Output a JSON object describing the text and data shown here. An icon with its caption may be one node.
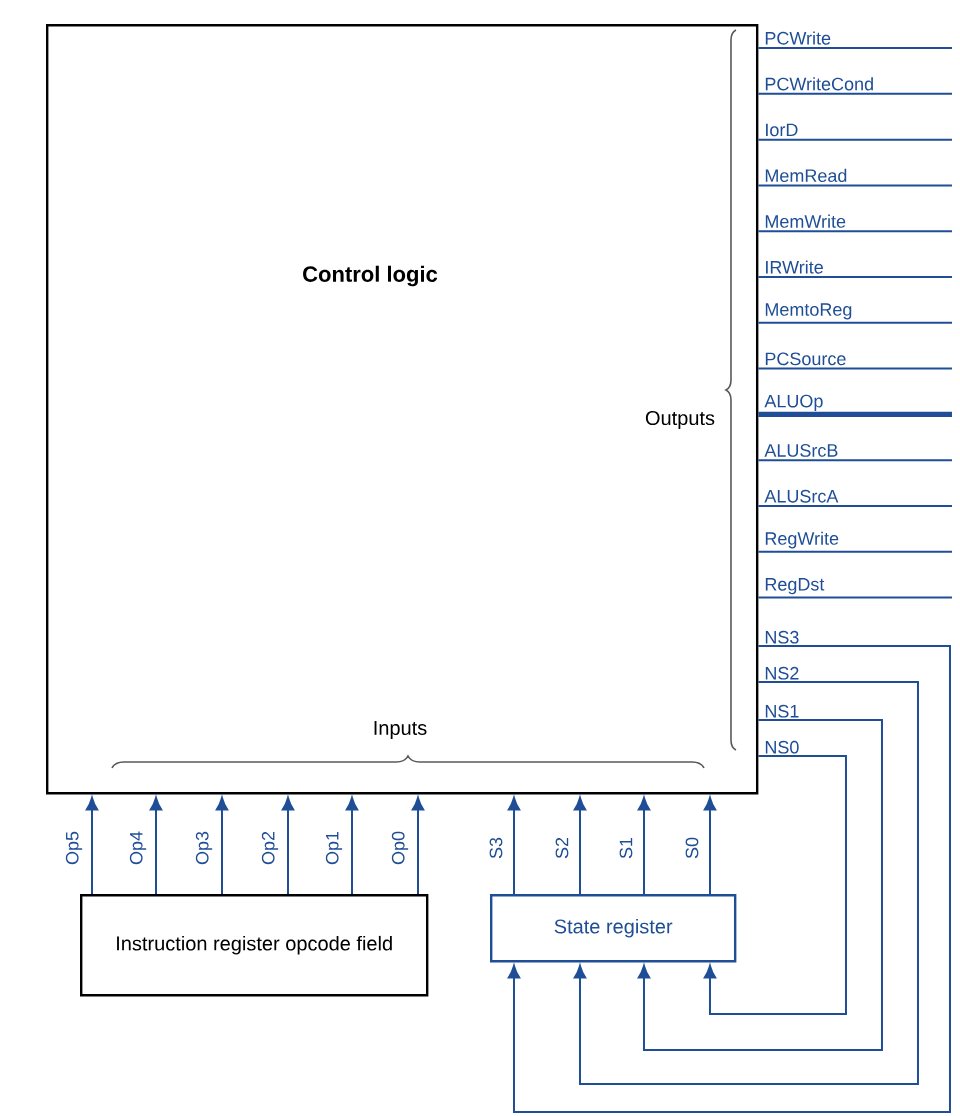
{
  "diagram": {
    "nodes": [
      {
        "text": [
          "Control logic"
        ]
      },
      {
        "text": [
          "Instruction register opcode field"
        ]
      },
      {
        "text": [
          "State register"
        ]
      }
    ],
    "edges": [
      {
        "from": 0,
        "to": null,
        "arrow": "none",
        "label": "PCWrite"
      },
      {
        "from": 0,
        "to": null,
        "arrow": "none",
        "label": "PCWriteCond"
      },
      {
        "from": 0,
        "to": null,
        "arrow": "none",
        "label": "IorD"
      },
      {
        "from": 0,
        "to": null,
        "arrow": "none",
        "label": "MemRead"
      },
      {
        "from": 0,
        "to": null,
        "arrow": "none",
        "label": "MemWrite"
      },
      {
        "from": 0,
        "to": null,
        "arrow": "none",
        "label": "IRWrite"
      },
      {
        "from": 0,
        "to": null,
        "arrow": "none",
        "label": "MemtoReg"
      },
      {
        "from": 0,
        "to": null,
        "arrow": "none",
        "label": "PCSource"
      },
      {
        "from": 0,
        "to": null,
        "arrow": "none",
        "label": "ALUOp",
        "style": "thick"
      },
      {
        "from": 0,
        "to": null,
        "arrow": "none",
        "label": "ALUSrcB"
      },
      {
        "from": 0,
        "to": null,
        "arrow": "none",
        "label": "ALUSrcA"
      },
      {
        "from": 0,
        "to": null,
        "arrow": "none",
        "label": "RegWrite"
      },
      {
        "from": 0,
        "to": null,
        "arrow": "none",
        "label": "RegDst"
      },
      {
        "from": 0,
        "to": 2,
        "arrow": "to",
        "label": "NS3"
      },
      {
        "from": 0,
        "to": 2,
        "arrow": "to",
        "label": "NS2"
      },
      {
        "from": 0,
        "to": 2,
        "arrow": "to",
        "label": "NS1"
      },
      {
        "from": 0,
        "to": 2,
        "arrow": "to",
        "label": "NS0"
      },
      {
        "from": 1,
        "to": 0,
        "arrow": "to",
        "label": "Op5"
      },
      {
        "from": 1,
        "to": 0,
        "arrow": "to",
        "label": "Op4"
      },
      {
        "from": 1,
        "to": 0,
        "arrow": "to",
        "label": "Op3"
      },
      {
        "from": 1,
        "to": 0,
        "arrow": "to",
        "label": "Op2"
      },
      {
        "from": 1,
        "to": 0,
        "arrow": "to",
        "label": "Op1"
      },
      {
        "from": 1,
        "to": 0,
        "arrow": "to",
        "label": "Op0"
      },
      {
        "from": 2,
        "to": 0,
        "arrow": "to",
        "label": "S3"
      },
      {
        "from": 2,
        "to": 0,
        "arrow": "to",
        "label": "S2"
      },
      {
        "from": 2,
        "to": 0,
        "arrow": "to",
        "label": "S1"
      },
      {
        "from": 2,
        "to": 0,
        "arrow": "to",
        "label": "S0"
      }
    ],
    "labels": [
      "Outputs",
      "Inputs"
    ]
  }
}
